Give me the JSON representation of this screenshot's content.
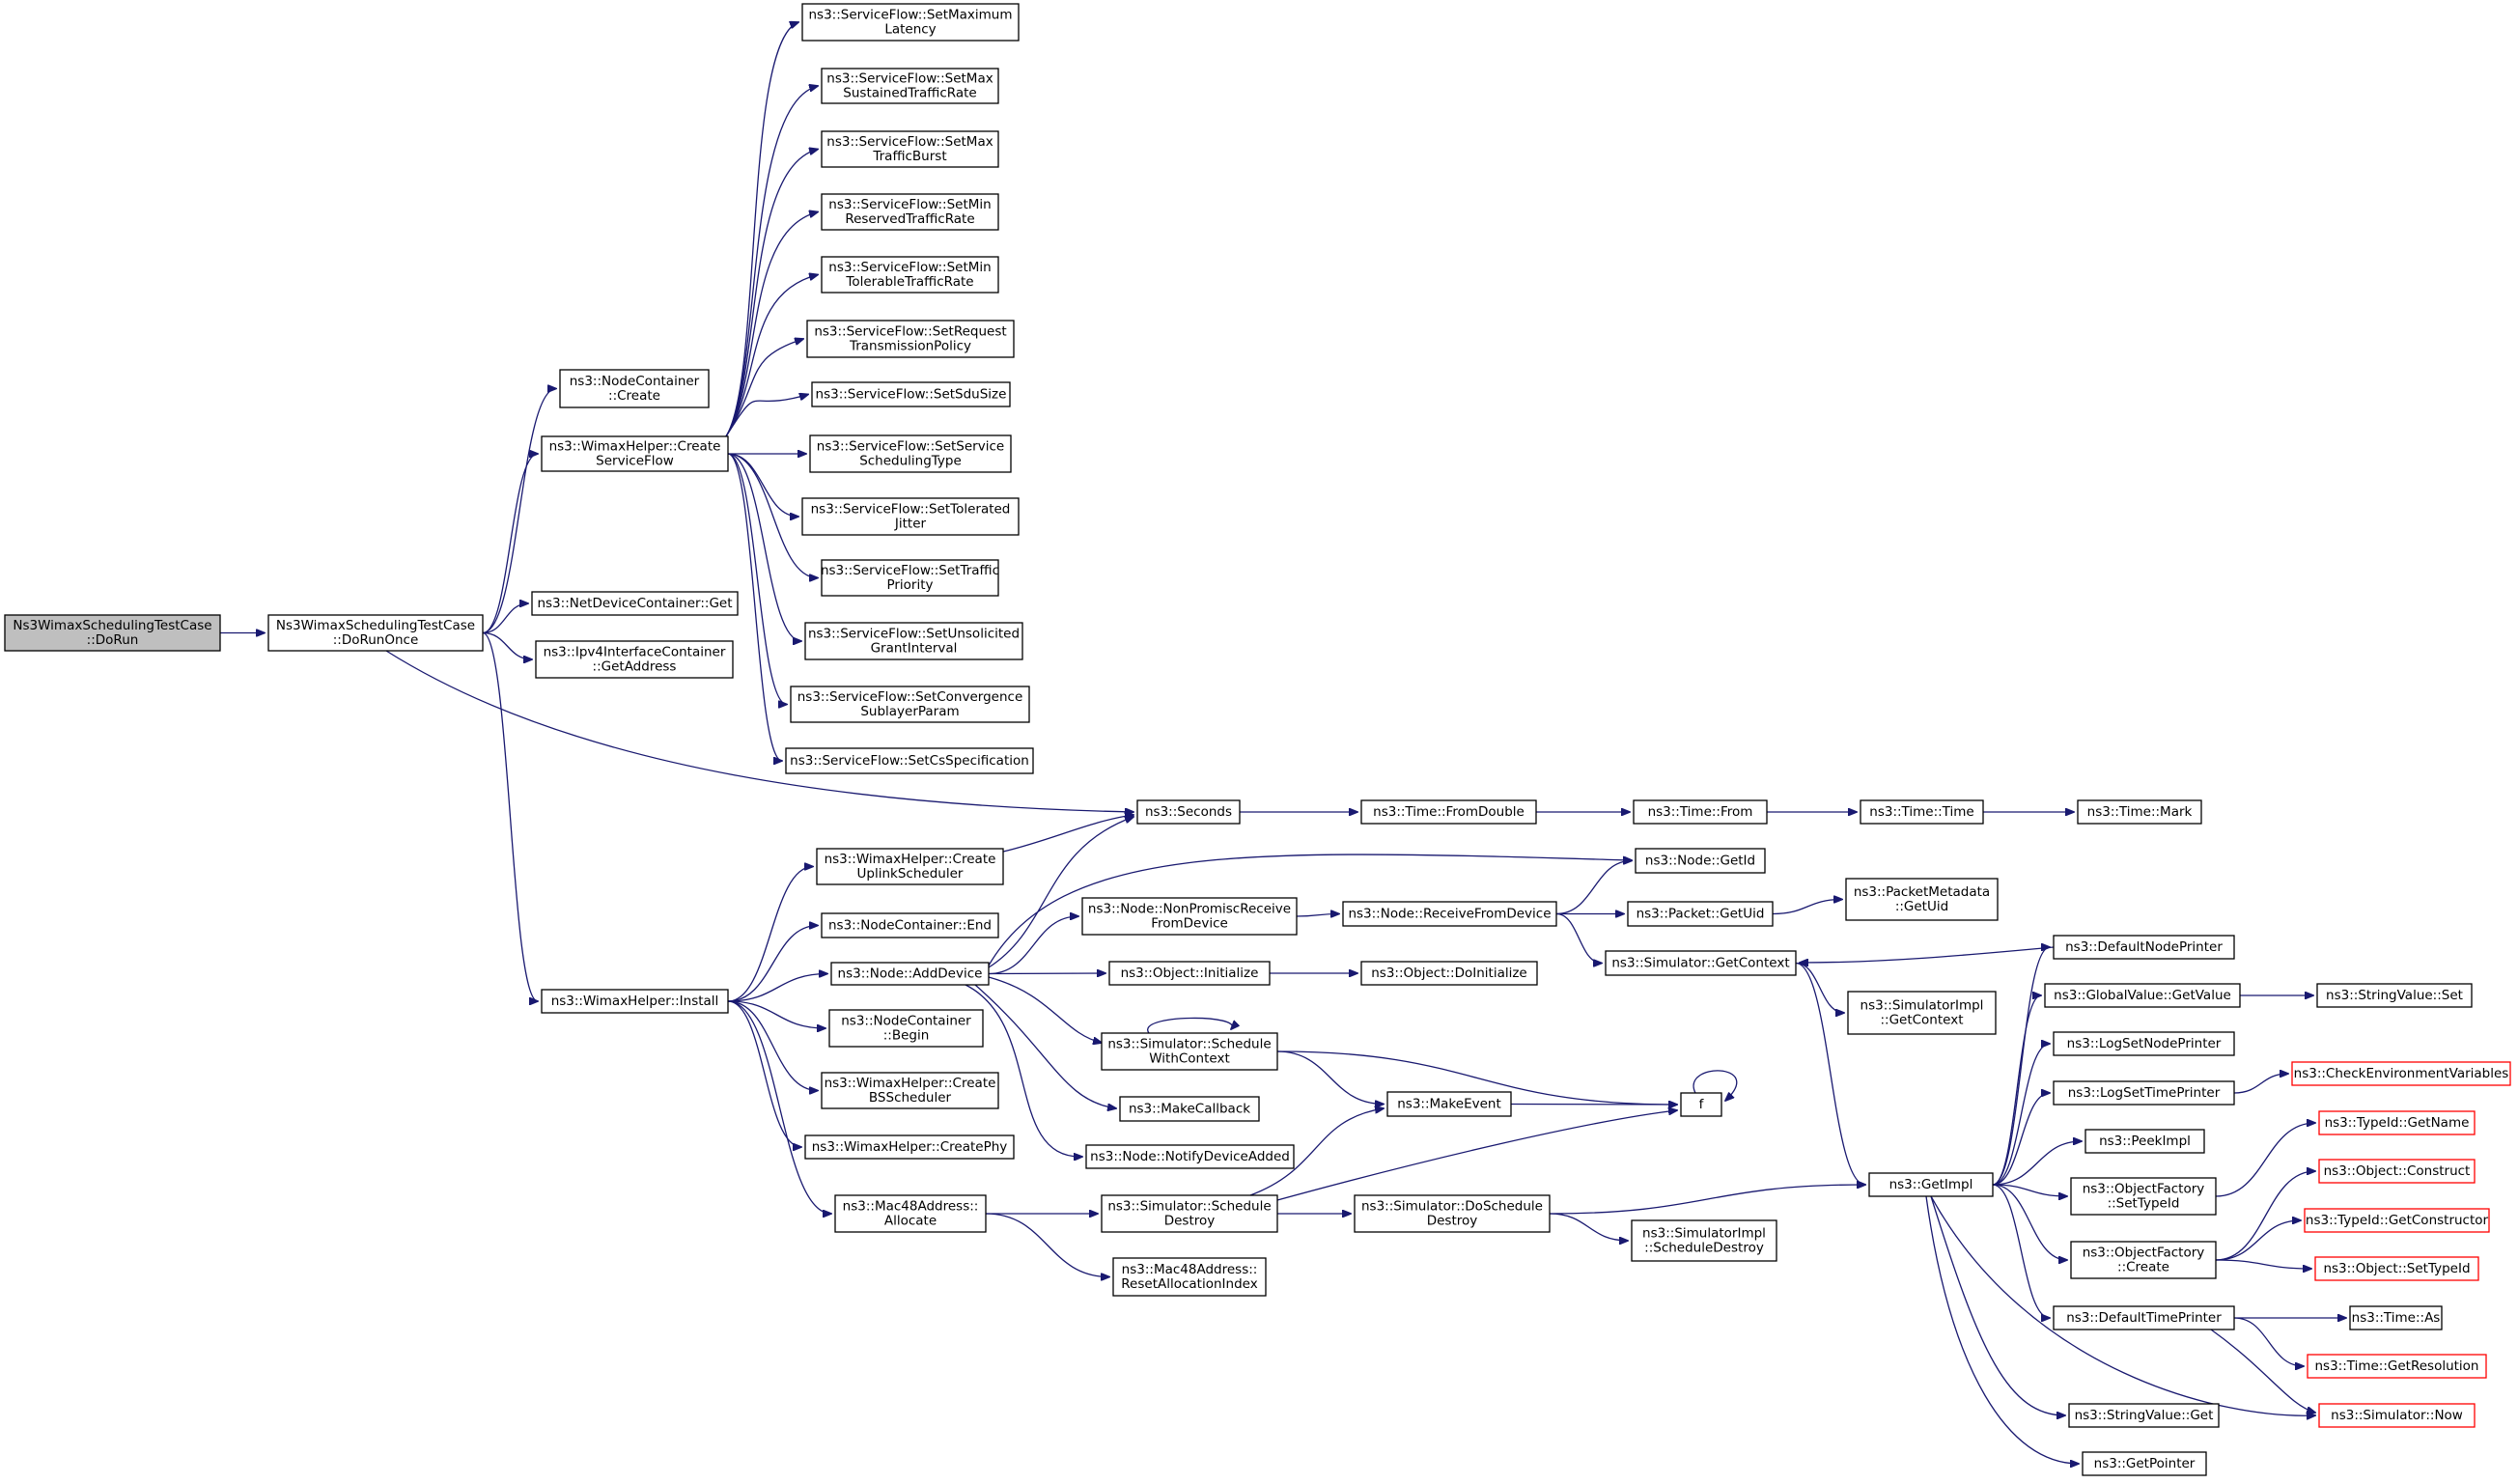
{
  "colors": {
    "edge": "#191970",
    "root_fill": "#bfbfbf",
    "node_fill": "#ffffff",
    "node_border": "#000000",
    "truncated_border": "#ff0000"
  },
  "nodes": [
    {
      "id": "root",
      "lines": [
        "Ns3WimaxSchedulingTestCase",
        "::DoRun"
      ],
      "root": true
    },
    {
      "id": "dorunonce",
      "lines": [
        "Ns3WimaxSchedulingTestCase",
        "::DoRunOnce"
      ]
    },
    {
      "id": "nc_create",
      "lines": [
        "ns3::NodeContainer",
        "::Create"
      ]
    },
    {
      "id": "create_sf",
      "lines": [
        "ns3::WimaxHelper::Create",
        "ServiceFlow"
      ]
    },
    {
      "id": "ndc_get",
      "lines": [
        "ns3::NetDeviceContainer::Get"
      ]
    },
    {
      "id": "ipv4_getaddr",
      "lines": [
        "ns3::Ipv4InterfaceContainer",
        "::GetAddress"
      ]
    },
    {
      "id": "sf_maxlat",
      "lines": [
        "ns3::ServiceFlow::SetMaximum",
        "Latency"
      ]
    },
    {
      "id": "sf_maxsus",
      "lines": [
        "ns3::ServiceFlow::SetMax",
        "SustainedTrafficRate"
      ]
    },
    {
      "id": "sf_maxburst",
      "lines": [
        "ns3::ServiceFlow::SetMax",
        "TrafficBurst"
      ]
    },
    {
      "id": "sf_minres",
      "lines": [
        "ns3::ServiceFlow::SetMin",
        "ReservedTrafficRate"
      ]
    },
    {
      "id": "sf_mintol",
      "lines": [
        "ns3::ServiceFlow::SetMin",
        "TolerableTrafficRate"
      ]
    },
    {
      "id": "sf_reqtx",
      "lines": [
        "ns3::ServiceFlow::SetRequest",
        "TransmissionPolicy"
      ]
    },
    {
      "id": "sf_sdu",
      "lines": [
        "ns3::ServiceFlow::SetSduSize"
      ]
    },
    {
      "id": "sf_sched",
      "lines": [
        "ns3::ServiceFlow::SetService",
        "SchedulingType"
      ]
    },
    {
      "id": "sf_jitter",
      "lines": [
        "ns3::ServiceFlow::SetTolerated",
        "Jitter"
      ]
    },
    {
      "id": "sf_prio",
      "lines": [
        "ns3::ServiceFlow::SetTraffic",
        "Priority"
      ]
    },
    {
      "id": "sf_grant",
      "lines": [
        "ns3::ServiceFlow::SetUnsolicited",
        "GrantInterval"
      ]
    },
    {
      "id": "sf_conv",
      "lines": [
        "ns3::ServiceFlow::SetConvergence",
        "SublayerParam"
      ]
    },
    {
      "id": "sf_cs",
      "lines": [
        "ns3::ServiceFlow::SetCsSpecification"
      ]
    },
    {
      "id": "seconds",
      "lines": [
        "ns3::Seconds"
      ]
    },
    {
      "id": "fromdouble",
      "lines": [
        "ns3::Time::FromDouble"
      ]
    },
    {
      "id": "from",
      "lines": [
        "ns3::Time::From"
      ]
    },
    {
      "id": "time",
      "lines": [
        "ns3::Time::Time"
      ]
    },
    {
      "id": "mark",
      "lines": [
        "ns3::Time::Mark"
      ]
    },
    {
      "id": "install",
      "lines": [
        "ns3::WimaxHelper::Install"
      ]
    },
    {
      "id": "create_ul",
      "lines": [
        "ns3::WimaxHelper::Create",
        "UplinkScheduler"
      ]
    },
    {
      "id": "nc_end",
      "lines": [
        "ns3::NodeContainer::End"
      ]
    },
    {
      "id": "adddevice",
      "lines": [
        "ns3::Node::AddDevice"
      ]
    },
    {
      "id": "nc_begin",
      "lines": [
        "ns3::NodeContainer",
        "::Begin"
      ]
    },
    {
      "id": "create_bs",
      "lines": [
        "ns3::WimaxHelper::Create",
        "BSScheduler"
      ]
    },
    {
      "id": "createphy",
      "lines": [
        "ns3::WimaxHelper::CreatePhy"
      ]
    },
    {
      "id": "mac_alloc",
      "lines": [
        "ns3::Mac48Address::",
        "Allocate"
      ]
    },
    {
      "id": "getid",
      "lines": [
        "ns3::Node::GetId"
      ]
    },
    {
      "id": "nonpromisc",
      "lines": [
        "ns3::Node::NonPromiscReceive",
        "FromDevice"
      ]
    },
    {
      "id": "recvfromdev",
      "lines": [
        "ns3::Node::ReceiveFromDevice"
      ]
    },
    {
      "id": "pkt_getuid",
      "lines": [
        "ns3::Packet::GetUid"
      ]
    },
    {
      "id": "pktmeta_getuid",
      "lines": [
        "ns3::PacketMetadata",
        "::GetUid"
      ]
    },
    {
      "id": "obj_init",
      "lines": [
        "ns3::Object::Initialize"
      ]
    },
    {
      "id": "obj_doinit",
      "lines": [
        "ns3::Object::DoInitialize"
      ]
    },
    {
      "id": "sim_getctx",
      "lines": [
        "ns3::Simulator::GetContext"
      ]
    },
    {
      "id": "simimpl_getctx",
      "lines": [
        "ns3::SimulatorImpl",
        "::GetContext"
      ]
    },
    {
      "id": "sched_ctx",
      "lines": [
        "ns3::Simulator::Schedule",
        "WithContext"
      ]
    },
    {
      "id": "makecallback",
      "lines": [
        "ns3::MakeCallback"
      ]
    },
    {
      "id": "notifydev",
      "lines": [
        "ns3::Node::NotifyDeviceAdded"
      ]
    },
    {
      "id": "makeevent",
      "lines": [
        "ns3::MakeEvent"
      ]
    },
    {
      "id": "f",
      "lines": [
        "f"
      ]
    },
    {
      "id": "sched_destroy",
      "lines": [
        "ns3::Simulator::Schedule",
        "Destroy"
      ]
    },
    {
      "id": "mac_reset",
      "lines": [
        "ns3::Mac48Address::",
        "ResetAllocationIndex"
      ]
    },
    {
      "id": "dosched_destroy",
      "lines": [
        "ns3::Simulator::DoSchedule",
        "Destroy"
      ]
    },
    {
      "id": "simimpl_schdestroy",
      "lines": [
        "ns3::SimulatorImpl",
        "::ScheduleDestroy"
      ]
    },
    {
      "id": "getimpl",
      "lines": [
        "ns3::GetImpl"
      ]
    },
    {
      "id": "defnodeprinter",
      "lines": [
        "ns3::DefaultNodePrinter"
      ]
    },
    {
      "id": "gv_getvalue",
      "lines": [
        "ns3::GlobalValue::GetValue"
      ]
    },
    {
      "id": "sv_set",
      "lines": [
        "ns3::StringValue::Set"
      ]
    },
    {
      "id": "logsetnode",
      "lines": [
        "ns3::LogSetNodePrinter"
      ]
    },
    {
      "id": "logsettime",
      "lines": [
        "ns3::LogSetTimePrinter"
      ]
    },
    {
      "id": "checkenv",
      "lines": [
        "ns3::CheckEnvironmentVariables"
      ],
      "truncated": true
    },
    {
      "id": "peekimpl",
      "lines": [
        "ns3::PeekImpl"
      ]
    },
    {
      "id": "of_settypeid",
      "lines": [
        "ns3::ObjectFactory",
        "::SetTypeId"
      ]
    },
    {
      "id": "tid_getname",
      "lines": [
        "ns3::TypeId::GetName"
      ],
      "truncated": true
    },
    {
      "id": "obj_construct",
      "lines": [
        "ns3::Object::Construct"
      ],
      "truncated": true
    },
    {
      "id": "of_create",
      "lines": [
        "ns3::ObjectFactory",
        "::Create"
      ]
    },
    {
      "id": "tid_getctor",
      "lines": [
        "ns3::TypeId::GetConstructor"
      ],
      "truncated": true
    },
    {
      "id": "obj_settypeid",
      "lines": [
        "ns3::Object::SetTypeId"
      ],
      "truncated": true
    },
    {
      "id": "deftimeprinter",
      "lines": [
        "ns3::DefaultTimePrinter"
      ]
    },
    {
      "id": "time_as",
      "lines": [
        "ns3::Time::As"
      ]
    },
    {
      "id": "time_getres",
      "lines": [
        "ns3::Time::GetResolution"
      ],
      "truncated": true
    },
    {
      "id": "sim_now",
      "lines": [
        "ns3::Simulator::Now"
      ],
      "truncated": true
    },
    {
      "id": "sv_get",
      "lines": [
        "ns3::StringValue::Get"
      ]
    },
    {
      "id": "getpointer",
      "lines": [
        "ns3::GetPointer"
      ]
    }
  ],
  "edges": [
    [
      "root",
      "dorunonce"
    ],
    [
      "dorunonce",
      "nc_create"
    ],
    [
      "dorunonce",
      "create_sf"
    ],
    [
      "dorunonce",
      "ndc_get"
    ],
    [
      "dorunonce",
      "ipv4_getaddr"
    ],
    [
      "dorunonce",
      "seconds"
    ],
    [
      "dorunonce",
      "install"
    ],
    [
      "create_sf",
      "sf_maxlat"
    ],
    [
      "create_sf",
      "sf_maxsus"
    ],
    [
      "create_sf",
      "sf_maxburst"
    ],
    [
      "create_sf",
      "sf_minres"
    ],
    [
      "create_sf",
      "sf_mintol"
    ],
    [
      "create_sf",
      "sf_reqtx"
    ],
    [
      "create_sf",
      "sf_sdu"
    ],
    [
      "create_sf",
      "sf_sched"
    ],
    [
      "create_sf",
      "sf_jitter"
    ],
    [
      "create_sf",
      "sf_prio"
    ],
    [
      "create_sf",
      "sf_grant"
    ],
    [
      "create_sf",
      "sf_conv"
    ],
    [
      "create_sf",
      "sf_cs"
    ],
    [
      "seconds",
      "fromdouble"
    ],
    [
      "fromdouble",
      "from"
    ],
    [
      "from",
      "time"
    ],
    [
      "time",
      "mark"
    ],
    [
      "install",
      "create_ul"
    ],
    [
      "install",
      "nc_end"
    ],
    [
      "install",
      "adddevice"
    ],
    [
      "install",
      "nc_begin"
    ],
    [
      "install",
      "create_bs"
    ],
    [
      "install",
      "createphy"
    ],
    [
      "install",
      "mac_alloc"
    ],
    [
      "create_ul",
      "seconds"
    ],
    [
      "adddevice",
      "seconds"
    ],
    [
      "adddevice",
      "getid"
    ],
    [
      "adddevice",
      "nonpromisc"
    ],
    [
      "adddevice",
      "obj_init"
    ],
    [
      "adddevice",
      "sched_ctx"
    ],
    [
      "adddevice",
      "makecallback"
    ],
    [
      "adddevice",
      "notifydev"
    ],
    [
      "nonpromisc",
      "recvfromdev"
    ],
    [
      "recvfromdev",
      "getid"
    ],
    [
      "recvfromdev",
      "pkt_getuid"
    ],
    [
      "recvfromdev",
      "sim_getctx"
    ],
    [
      "pkt_getuid",
      "pktmeta_getuid"
    ],
    [
      "obj_init",
      "obj_doinit"
    ],
    [
      "sim_getctx",
      "simimpl_getctx"
    ],
    [
      "sim_getctx",
      "getimpl"
    ],
    [
      "sched_ctx",
      "sched_ctx"
    ],
    [
      "sched_ctx",
      "makeevent"
    ],
    [
      "sched_ctx",
      "f"
    ],
    [
      "makeevent",
      "f"
    ],
    [
      "f",
      "f"
    ],
    [
      "mac_alloc",
      "sched_destroy"
    ],
    [
      "mac_alloc",
      "mac_reset"
    ],
    [
      "sched_destroy",
      "makeevent"
    ],
    [
      "sched_destroy",
      "f"
    ],
    [
      "sched_destroy",
      "dosched_destroy"
    ],
    [
      "dosched_destroy",
      "getimpl"
    ],
    [
      "dosched_destroy",
      "simimpl_schdestroy"
    ],
    [
      "getimpl",
      "defnodeprinter"
    ],
    [
      "getimpl",
      "gv_getvalue"
    ],
    [
      "getimpl",
      "logsetnode"
    ],
    [
      "getimpl",
      "logsettime"
    ],
    [
      "getimpl",
      "peekimpl"
    ],
    [
      "getimpl",
      "of_settypeid"
    ],
    [
      "getimpl",
      "of_create"
    ],
    [
      "getimpl",
      "deftimeprinter"
    ],
    [
      "getimpl",
      "sim_now"
    ],
    [
      "getimpl",
      "sv_get"
    ],
    [
      "getimpl",
      "getpointer"
    ],
    [
      "defnodeprinter",
      "sim_getctx"
    ],
    [
      "gv_getvalue",
      "sv_set"
    ],
    [
      "logsettime",
      "checkenv"
    ],
    [
      "of_settypeid",
      "tid_getname"
    ],
    [
      "of_create",
      "obj_construct"
    ],
    [
      "of_create",
      "tid_getctor"
    ],
    [
      "of_create",
      "obj_settypeid"
    ],
    [
      "deftimeprinter",
      "time_as"
    ],
    [
      "deftimeprinter",
      "time_getres"
    ],
    [
      "deftimeprinter",
      "sim_now"
    ]
  ]
}
